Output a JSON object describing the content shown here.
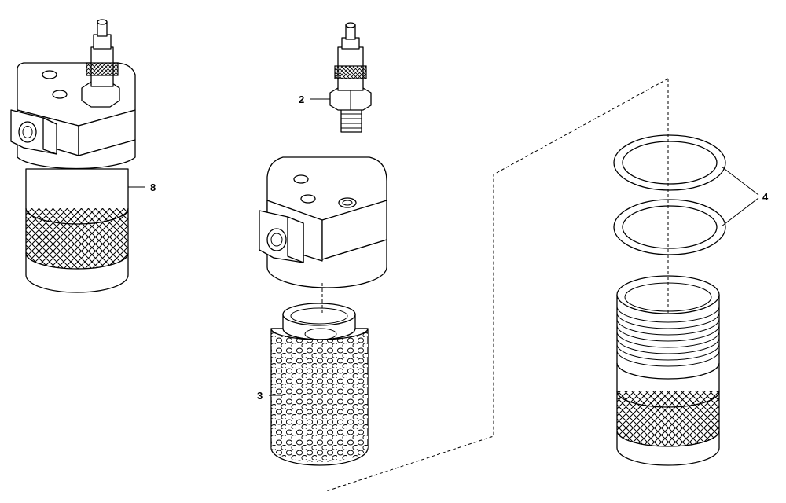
{
  "callouts": {
    "c2": "2",
    "c3": "3",
    "c4": "4",
    "c8": "8"
  },
  "colors": {
    "line": "#000000",
    "background": "#ffffff"
  }
}
